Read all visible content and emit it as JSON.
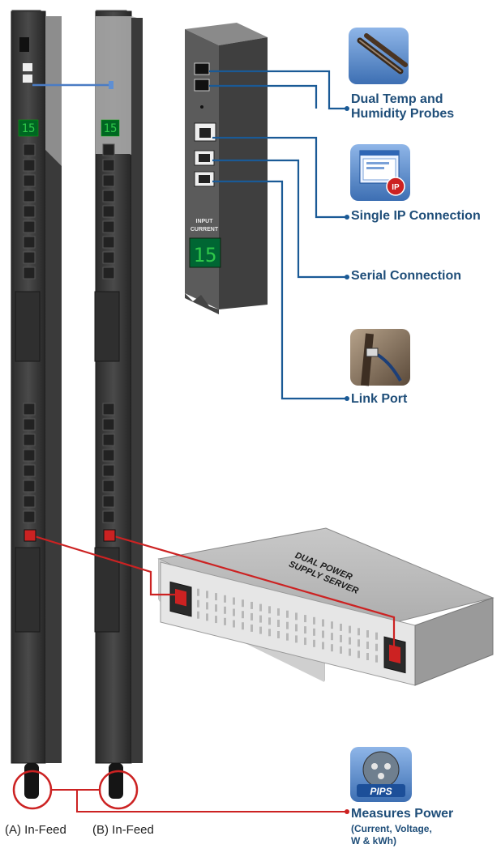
{
  "features": {
    "probes_line1": "Dual Temp and",
    "probes_line2": "Humidity Probes",
    "ip": "Single IP Connection",
    "serial": "Serial Connection",
    "link": "Link Port",
    "power_title": "Measures Power",
    "power_sub1": "(Current, Voltage,",
    "power_sub2": "W & kWh)"
  },
  "feeds": {
    "a": "(A) In-Feed",
    "b": "(B) In-Feed"
  },
  "display": {
    "value": "15",
    "input_label_1": "INPUT",
    "input_label_2": "CURRENT"
  },
  "server": {
    "line1": "DUAL POWER",
    "line2": "SUPPLY SERVER"
  },
  "icons": {
    "ip_badge": "IP",
    "pips_badge": "PIPS"
  },
  "colors": {
    "callout_blue": "#1a5a96",
    "power_red": "#cc2222",
    "label_blue": "#1f4e79",
    "pdu_dark": "#3a3a3a",
    "led_green": "#2ec84a"
  }
}
